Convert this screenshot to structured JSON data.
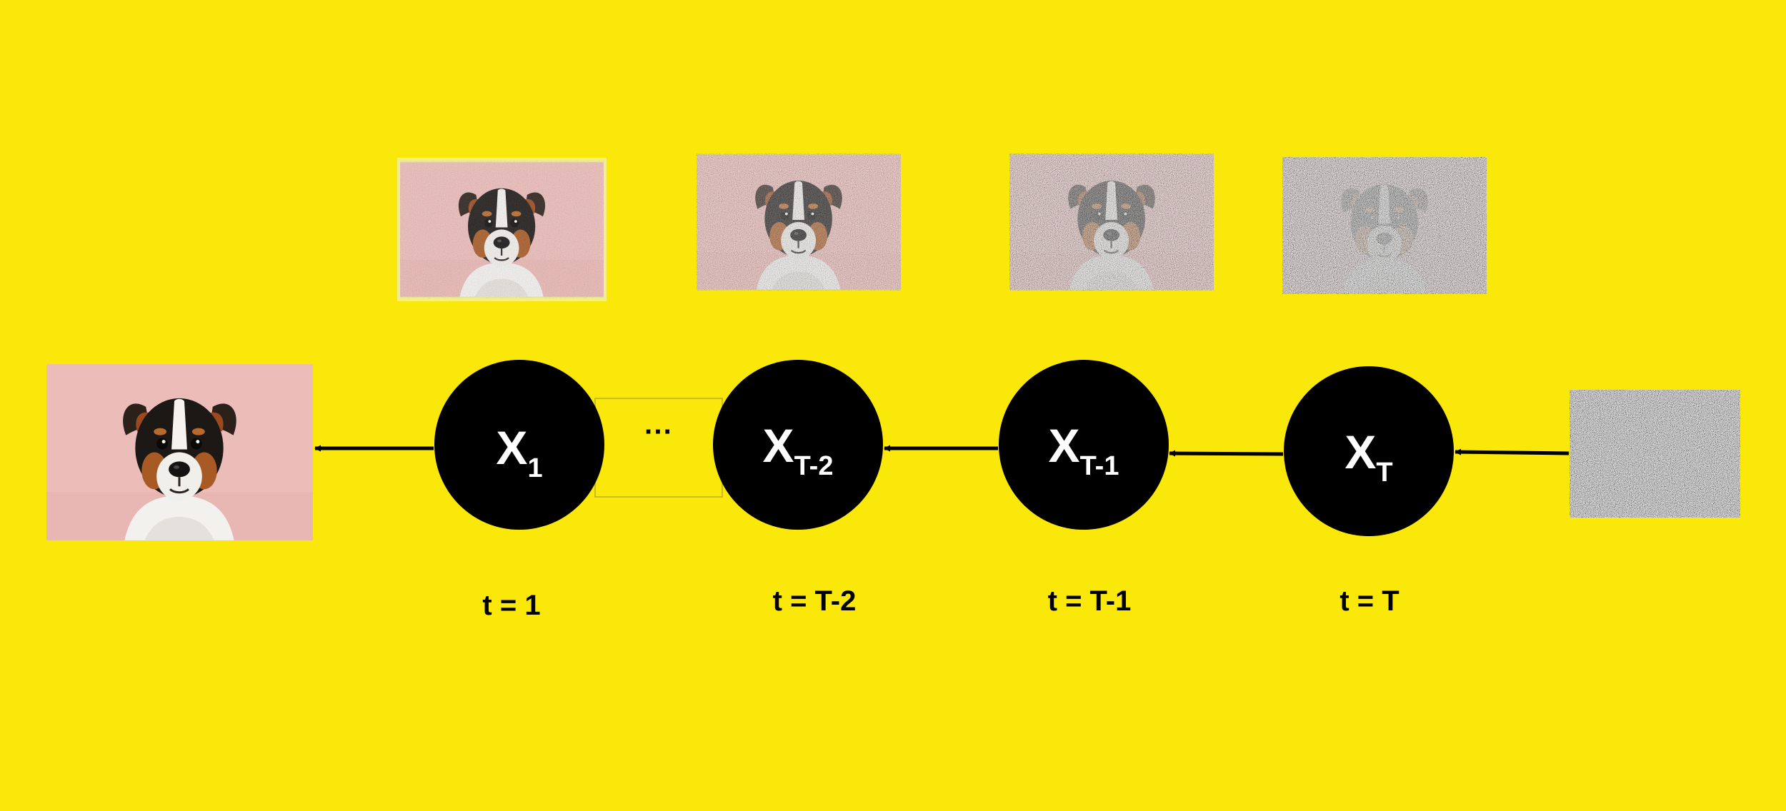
{
  "background_color": "#fae80b",
  "node_color": "#000000",
  "node_text_color": "#ffffff",
  "nodes": [
    {
      "id": "x1",
      "main": "X",
      "sub": "1",
      "step_label": "t = 1"
    },
    {
      "id": "xT-2",
      "main": "X",
      "sub": "T-2",
      "step_label": "t = T-2"
    },
    {
      "id": "xT-1",
      "main": "X",
      "sub": "T-1",
      "step_label": "t = T-1"
    },
    {
      "id": "xT",
      "main": "X",
      "sub": "T",
      "step_label": "t = T"
    }
  ],
  "ellipsis": "···",
  "images": [
    {
      "name": "clean-dog-image",
      "noise_level": 0.0
    },
    {
      "name": "noisy-dog-image-step-1",
      "noise_level": 0.15
    },
    {
      "name": "noisy-dog-image-step-T-2",
      "noise_level": 0.4
    },
    {
      "name": "noisy-dog-image-step-T-1",
      "noise_level": 0.65
    },
    {
      "name": "noisy-dog-image-step-T",
      "noise_level": 0.88
    },
    {
      "name": "pure-noise-image",
      "noise_level": 1.0
    }
  ]
}
